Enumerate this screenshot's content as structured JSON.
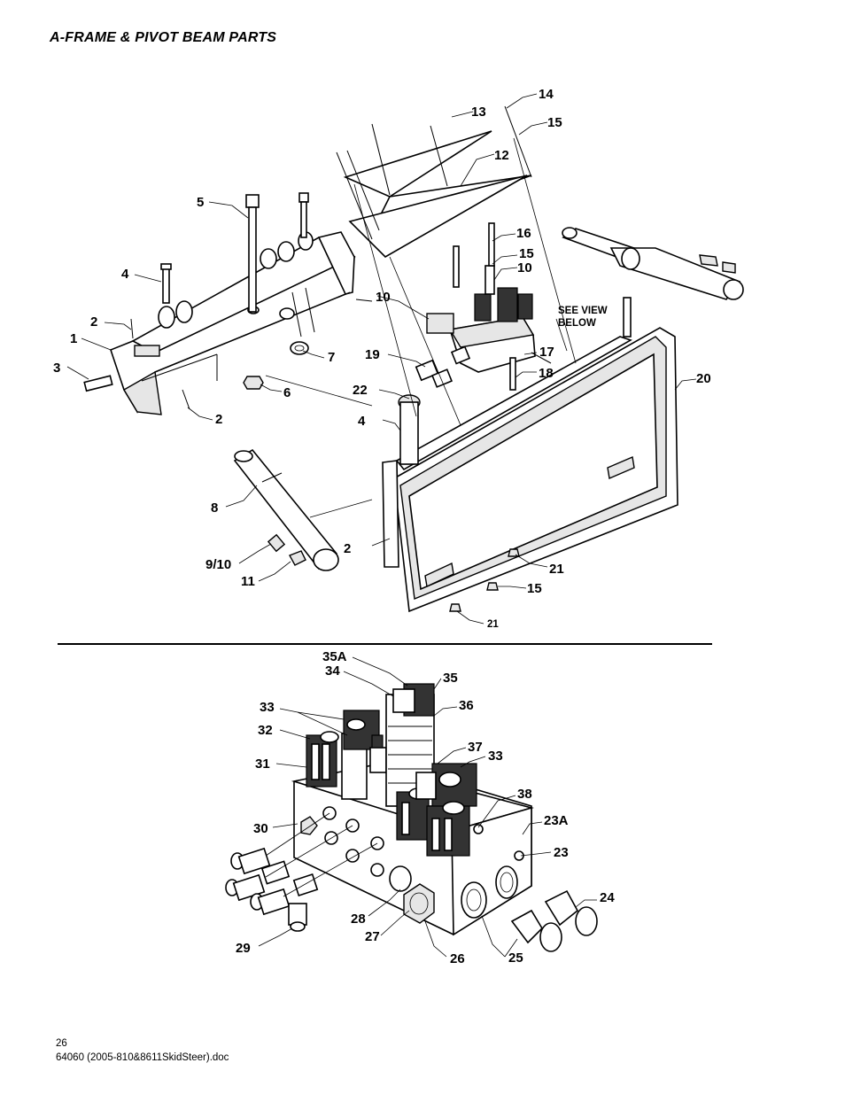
{
  "header": {
    "title": "A-FRAME & PIVOT BEAM PARTS"
  },
  "footer": {
    "page_number": "26",
    "doc_name": "64060 (2005-810&8611SkidSteer).doc"
  },
  "callouts": {
    "c1": "1",
    "c2a": "2",
    "c2b": "2",
    "c2c": "2",
    "c3": "3",
    "c4a": "4",
    "c4b": "4",
    "c5": "5",
    "c6": "6",
    "c7": "7",
    "c8": "8",
    "c9_10": "9/10",
    "c10a": "10",
    "c10b": "10",
    "c11": "11",
    "c12": "12",
    "c13": "13",
    "c14": "14",
    "c15a": "15",
    "c15b": "15",
    "c15c": "15",
    "c16": "16",
    "c17": "17",
    "c18": "18",
    "c19": "19",
    "c20": "20",
    "c21a": "21",
    "c21b": "21",
    "c22": "22",
    "c23": "23",
    "c23a": "23A",
    "c24": "24",
    "c25": "25",
    "c26": "26",
    "c27": "27",
    "c28": "28",
    "c29": "29",
    "c30": "30",
    "c31": "31",
    "c32": "32",
    "c33a": "33",
    "c33b": "33",
    "c34": "34",
    "c35": "35",
    "c35a": "35A",
    "c36": "36",
    "c37": "37",
    "c38": "38"
  },
  "see_view": {
    "line1": "SEE VIEW",
    "line2": "BELOW"
  }
}
